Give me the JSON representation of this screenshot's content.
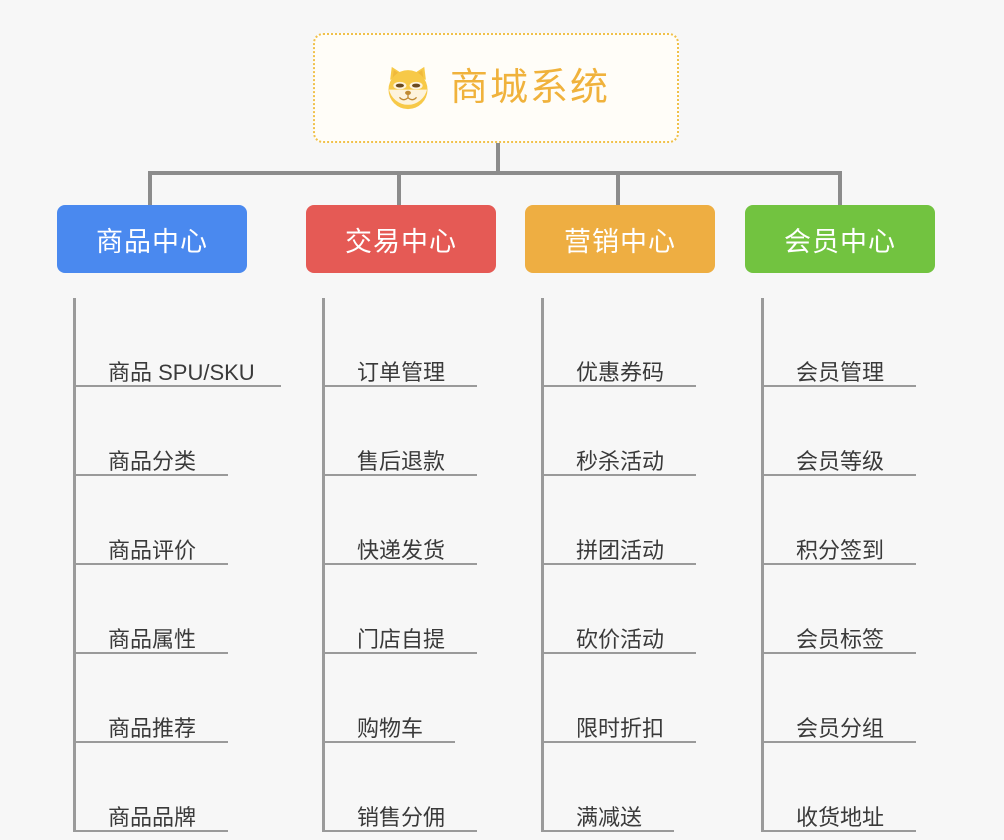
{
  "root": {
    "title": "商城系统",
    "icon": "shiba-dog-icon",
    "border_color": "#f0c14b",
    "title_color": "#f0b23c",
    "background": "#fffdf8"
  },
  "canvas": {
    "background": "#f7f7f7",
    "connector_color": "#8c8c8c",
    "rail_color": "#9a9a9a",
    "label_color": "#3a3a3a"
  },
  "categories": [
    {
      "label": "商品中心",
      "color": "#4a89ef",
      "items": [
        {
          "label": "商品 SPU/SKU",
          "underline_width": 205
        },
        {
          "label": "商品分类",
          "underline_width": 152
        },
        {
          "label": "商品评价",
          "underline_width": 152
        },
        {
          "label": "商品属性",
          "underline_width": 152
        },
        {
          "label": "商品推荐",
          "underline_width": 152
        },
        {
          "label": "商品品牌",
          "underline_width": 152
        }
      ]
    },
    {
      "label": "交易中心",
      "color": "#e55a55",
      "items": [
        {
          "label": "订单管理",
          "underline_width": 152
        },
        {
          "label": "售后退款",
          "underline_width": 152
        },
        {
          "label": "快递发货",
          "underline_width": 152
        },
        {
          "label": "门店自提",
          "underline_width": 152
        },
        {
          "label": "购物车",
          "underline_width": 130
        },
        {
          "label": "销售分佣",
          "underline_width": 152
        }
      ]
    },
    {
      "label": "营销中心",
      "color": "#eeae42",
      "items": [
        {
          "label": "优惠券码",
          "underline_width": 152
        },
        {
          "label": "秒杀活动",
          "underline_width": 152
        },
        {
          "label": "拼团活动",
          "underline_width": 152
        },
        {
          "label": "砍价活动",
          "underline_width": 152
        },
        {
          "label": "限时折扣",
          "underline_width": 152
        },
        {
          "label": "满减送",
          "underline_width": 130
        }
      ]
    },
    {
      "label": "会员中心",
      "color": "#72c340",
      "items": [
        {
          "label": "会员管理",
          "underline_width": 152
        },
        {
          "label": "会员等级",
          "underline_width": 152
        },
        {
          "label": "积分签到",
          "underline_width": 152
        },
        {
          "label": "会员标签",
          "underline_width": 152
        },
        {
          "label": "会员分组",
          "underline_width": 152
        },
        {
          "label": "收货地址",
          "underline_width": 152
        }
      ]
    }
  ]
}
